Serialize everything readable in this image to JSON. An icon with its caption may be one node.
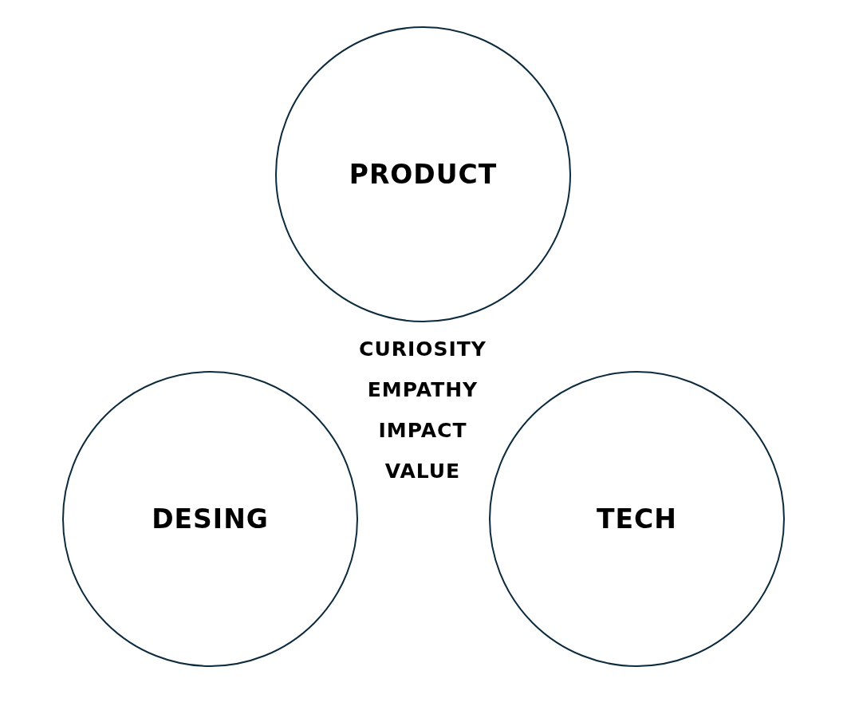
{
  "diagram": {
    "nodes": [
      {
        "text": [
          "PRODUCT"
        ]
      },
      {
        "text": [
          "DESING"
        ]
      },
      {
        "text": [
          "TECH"
        ]
      }
    ],
    "labels": [
      "CURIOSITY",
      "EMPATHY",
      "IMPACT",
      "VALUE"
    ]
  }
}
